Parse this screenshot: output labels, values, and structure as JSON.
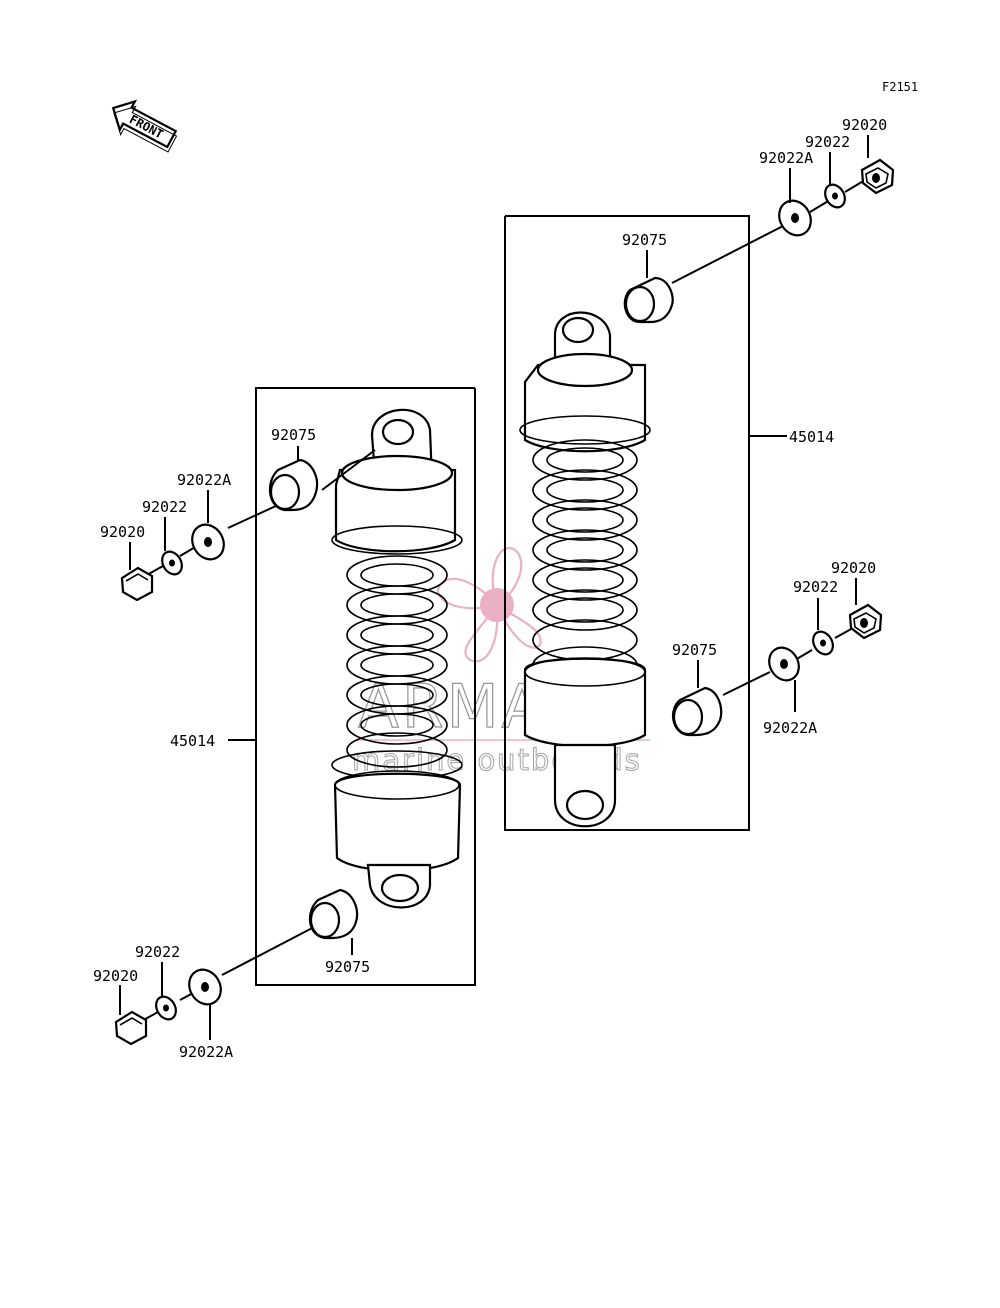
{
  "diagram_code": "F2151",
  "front_label": "FRONT",
  "watermark": {
    "brand": "ARMADA",
    "tagline": "marine outboards",
    "color_primary": "#e8a8c0",
    "color_text": "#8a8a8a"
  },
  "labels": {
    "tr_nut": "92020",
    "tr_washer": "92022",
    "tr_washer_a": "92022A",
    "tr_bush": "92075",
    "right_assy": "45014",
    "br_nut": "92020",
    "br_washer": "92022",
    "br_bush": "92075",
    "br_washer_a": "92022A",
    "ul_bush": "92075",
    "ul_washer_a": "92022A",
    "ul_washer": "92022",
    "ul_nut": "92020",
    "left_assy": "45014",
    "ll_washer": "92022",
    "ll_nut": "92020",
    "ll_bush": "92075",
    "ll_washer_a": "92022A"
  }
}
